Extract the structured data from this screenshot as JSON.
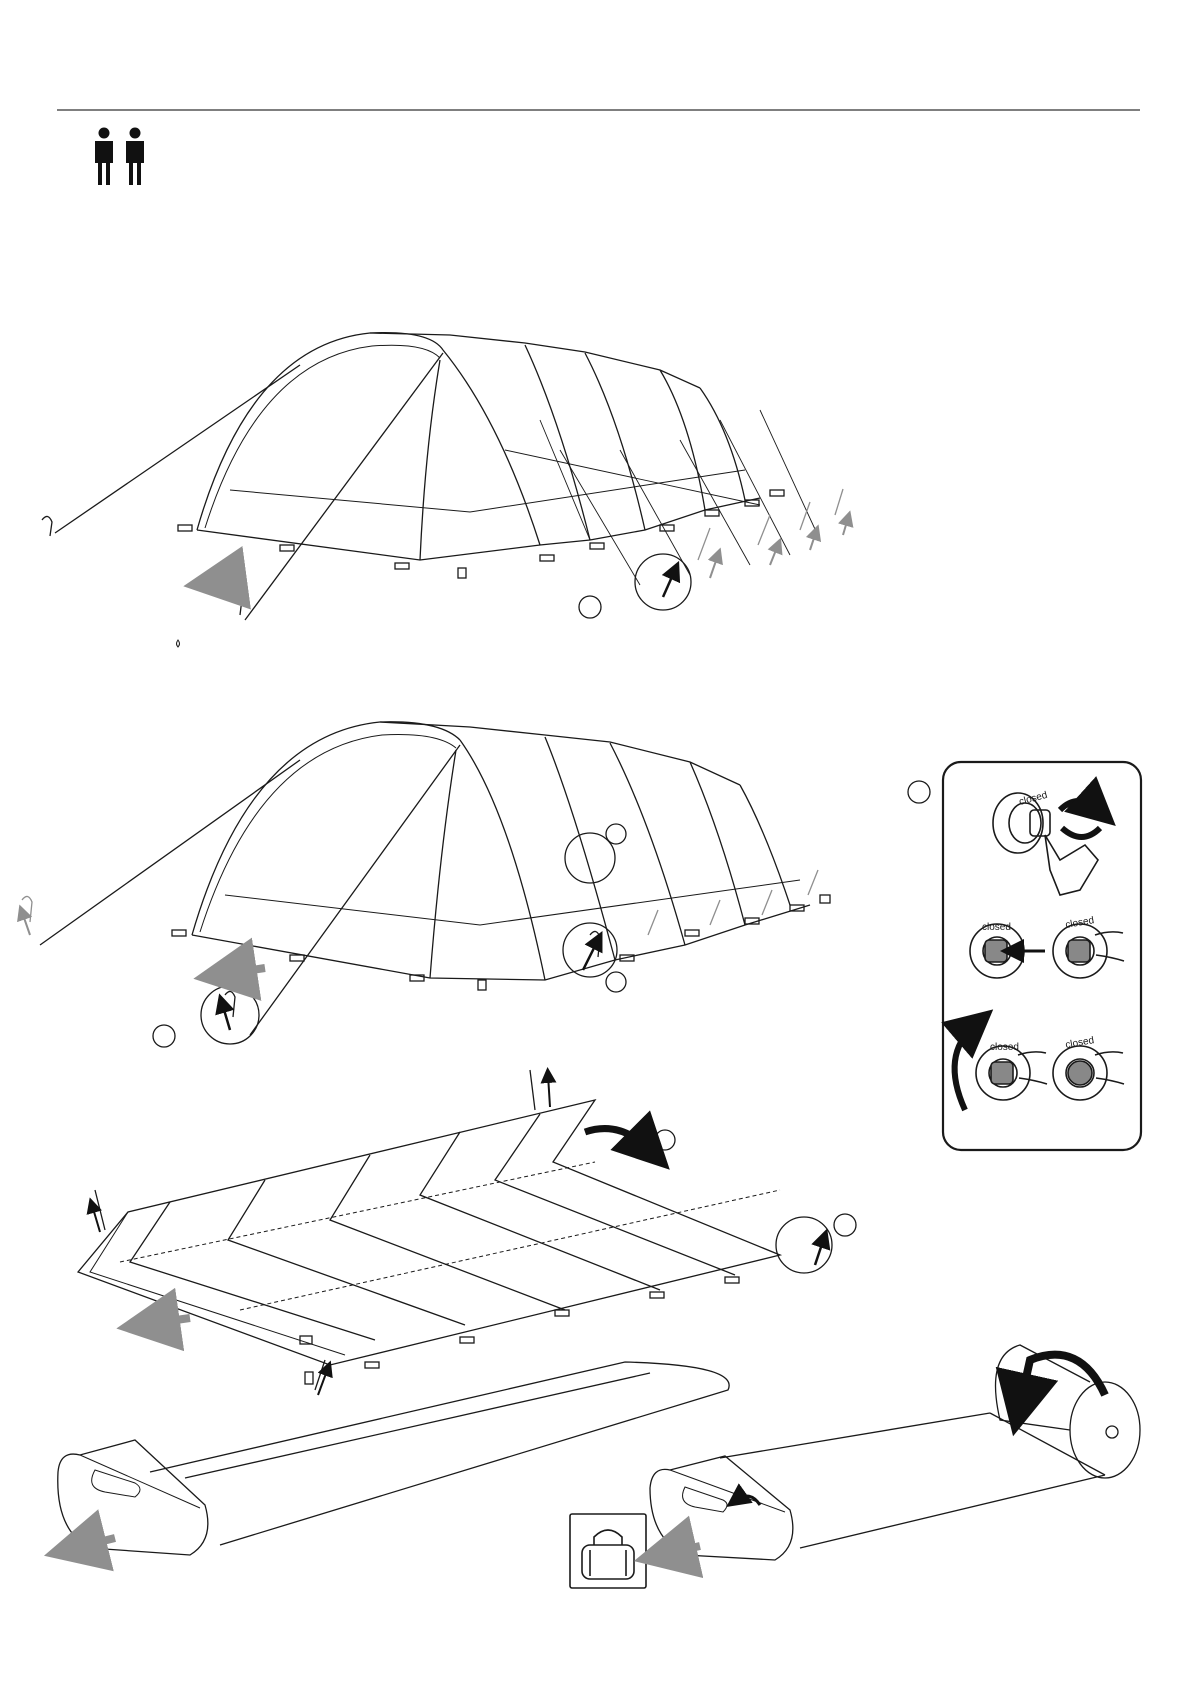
{
  "page": {
    "people_icon": "two-persons-icon",
    "colors": {
      "ink": "#1a1a1a",
      "grey_arrow": "#8f8f8f",
      "black_arrow": "#111111",
      "rule": "#333333"
    }
  },
  "valve_panel": {
    "cap_label_1": "closed",
    "cap_label_2": "closed",
    "cap_label_3": "closed",
    "cap_label_4": "closed",
    "cap_label_5": "closed"
  },
  "icons": {
    "bag": "carry-bag-icon"
  }
}
